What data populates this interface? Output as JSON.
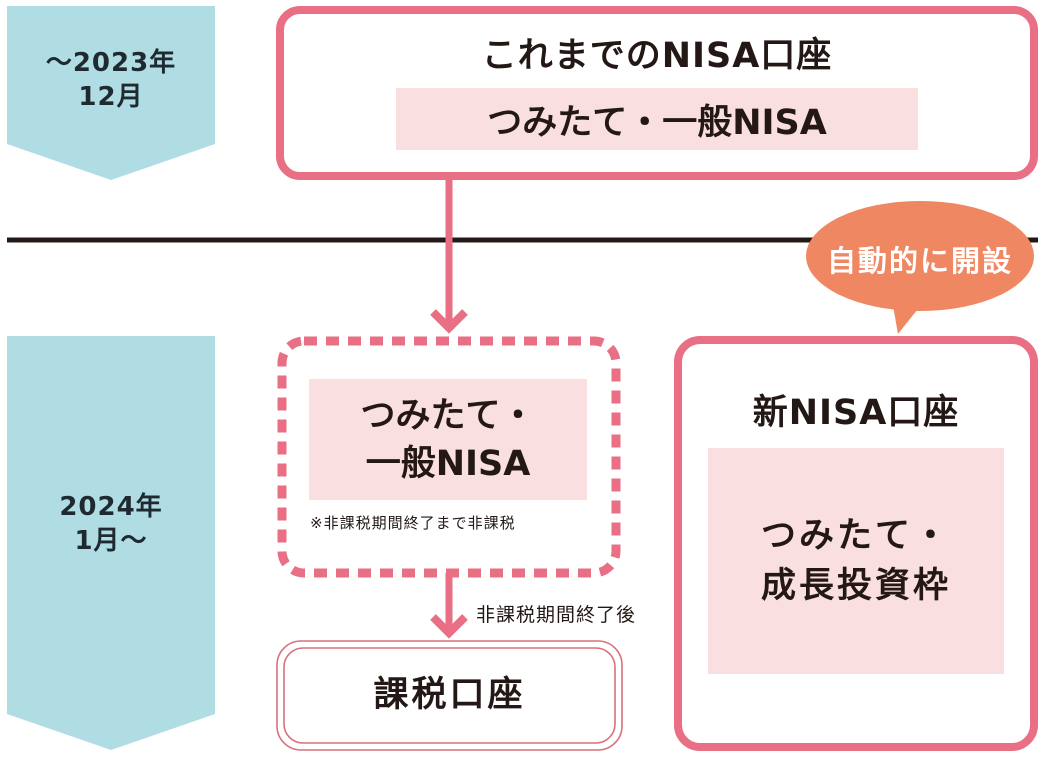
{
  "colors": {
    "period_band": "#b0dce4",
    "frame_pink": "#e86f84",
    "fill_pink": "#fadfe1",
    "bubble_orange": "#ef8763",
    "divider": "#231815",
    "text": "#231815"
  },
  "timeline": {
    "period_before": {
      "line1": "〜2023年",
      "line2": "12月"
    },
    "period_after": {
      "line1": "2024年",
      "line2": "1月〜"
    }
  },
  "existing_account": {
    "title": "これまでのNISA口座",
    "inner_label": "つみたて・一般NISA"
  },
  "legacy_account": {
    "inner_line1": "つみたて・",
    "inner_line2": "一般NISA",
    "note": "※非課税期間終了まで非課税"
  },
  "transition_label": "非課税期間終了後",
  "taxable_account": {
    "label": "課税口座"
  },
  "auto_open_bubble": {
    "text": "自動的に開設"
  },
  "new_account": {
    "title": "新NISA口座",
    "inner_line1": "つみたて・",
    "inner_line2": "成長投資枠"
  }
}
